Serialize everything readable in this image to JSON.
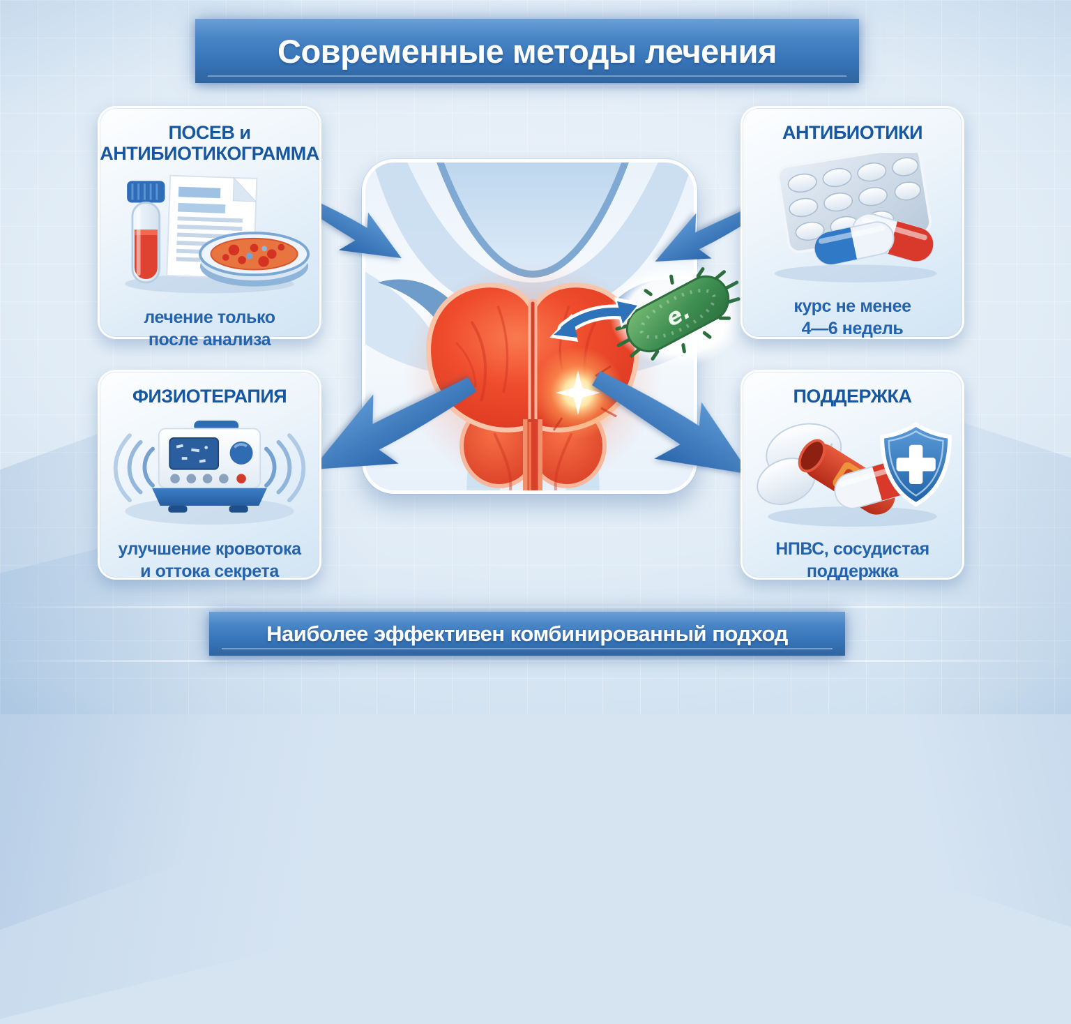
{
  "title": "Современные методы лечения",
  "cards": [
    {
      "id": "posev",
      "heading_lines": [
        "ПОСЕВ и",
        "АНТИБИОТИКОГРАММА"
      ],
      "caption_lines": [
        "лечение только",
        "после анализа"
      ],
      "icon": "culture-antibiogram-icon"
    },
    {
      "id": "antibiotiki",
      "heading_lines": [
        "АНТИБИОТИКИ"
      ],
      "caption_lines": [
        "курс не менее",
        "4—6 недель"
      ],
      "icon": "antibiotics-icon"
    },
    {
      "id": "fizioterapiya",
      "heading_lines": [
        "ФИЗИОТЕРАПИЯ"
      ],
      "caption_lines": [
        "улучшение кровотока",
        "и оттока секрета"
      ],
      "icon": "physiotherapy-device-icon"
    },
    {
      "id": "podderzhka",
      "heading_lines": [
        "ПОДДЕРЖКА"
      ],
      "caption_lines": [
        "НПВС, сосудистая",
        "поддержка"
      ],
      "icon": "support-meds-shield-icon"
    }
  ],
  "footer": "Наиболее эффективен комбинированный подход",
  "center": {
    "illustration": "inflamed-prostate-anatomy",
    "bacteria_label": "e."
  },
  "colors": {
    "banner_blue": "#3a77bd",
    "heading_blue": "#17579f",
    "text_blue": "#2463ac",
    "arrow_blue": "#2e6fb6",
    "prostate_red": "#ea452d",
    "bacteria_green": "#3f8f52",
    "background_blue": "#d6e4f2"
  }
}
